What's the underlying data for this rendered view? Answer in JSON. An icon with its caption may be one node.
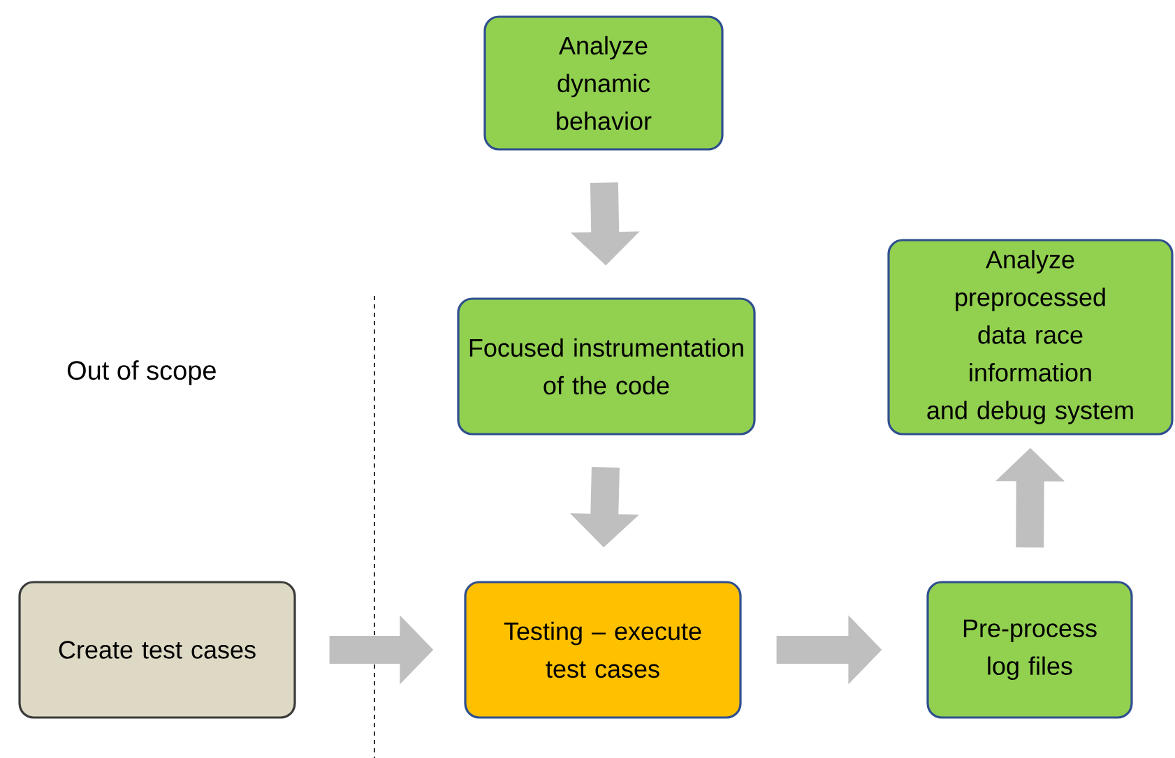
{
  "diagram": {
    "nodes": [
      {
        "text": [
          "Analyze dynamic behavior"
        ]
      },
      {
        "text": [
          "Focused instrumentation of the code"
        ]
      },
      {
        "text": [
          "Analyze preprocessed data race information and debug system"
        ]
      },
      {
        "text": [
          "Create test cases"
        ]
      },
      {
        "text": [
          "Testing – execute test cases"
        ]
      },
      {
        "text": [
          "Pre-process log files"
        ]
      }
    ],
    "edges": [
      {
        "from": 0,
        "to": 1,
        "arrow": "to"
      },
      {
        "from": 1,
        "to": 4,
        "arrow": "to"
      },
      {
        "from": 3,
        "to": 4,
        "arrow": "to"
      },
      {
        "from": 4,
        "to": 5,
        "arrow": "to"
      },
      {
        "from": 5,
        "to": 2,
        "arrow": "to"
      }
    ],
    "labels": [
      "Out of scope"
    ]
  }
}
